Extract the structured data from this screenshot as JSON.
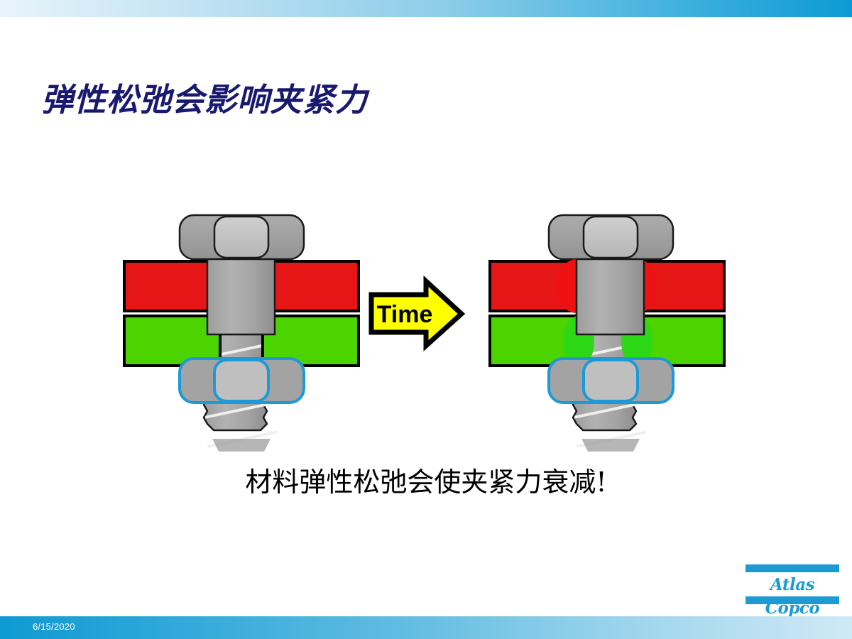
{
  "slide": {
    "title": "弹性松弛会影响夹紧力",
    "caption": "材料弹性松弛会使夹紧力衰减!",
    "date": "6/15/2020",
    "background_color": "#FFFFFF",
    "title_color": "#191970"
  },
  "arrow": {
    "label": "Time",
    "fill_color": "#FFFF00",
    "stroke_color": "#000000",
    "label_color": "#000000"
  },
  "logo": {
    "wordmark": "Atlas Copco",
    "color": "#1B9AD3"
  },
  "diagram": {
    "colors": {
      "plate_red": "#E71616",
      "plate_green": "#4BD400",
      "bulge_red": "#EE1111",
      "bulge_green": "#2DD816",
      "metal_gray": "#A0A0A0",
      "metal_light": "#C0C0C0",
      "metal_dark": "#8C8C8C",
      "outline": "#1A1A1A",
      "nut_highlight": "#1C9AD6",
      "thread_line": "#EFEFEF"
    },
    "assemblies": [
      {
        "id": "before",
        "name": "bolted-joint-initial",
        "state_label": "initial-clamped",
        "plates_deformed": false,
        "plate_count": 4,
        "plate_colors": [
          "#E71616",
          "#E71616",
          "#4BD400",
          "#4BD400"
        ]
      },
      {
        "id": "after",
        "name": "bolted-joint-relaxed",
        "state_label": "after-relaxation",
        "plates_deformed": true,
        "plate_count": 4,
        "plate_colors": [
          "#E71616",
          "#E71616",
          "#4BD400",
          "#4BD400"
        ]
      }
    ]
  }
}
